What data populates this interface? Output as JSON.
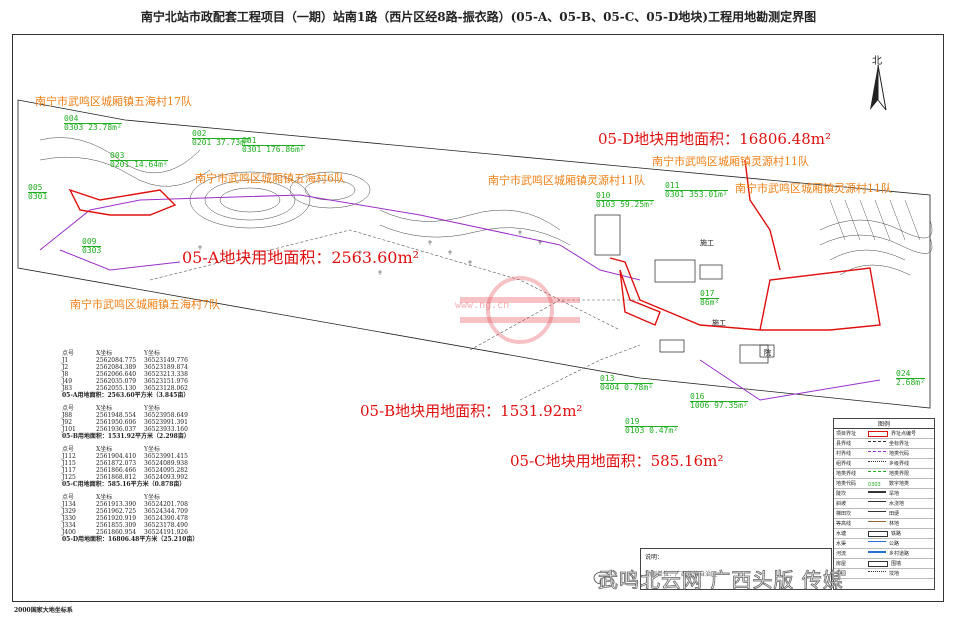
{
  "title": "南宁北站市政配套工程项目（一期）站南1路（西片区经8路-振衣路）(05-A、05-B、05-C、05-D地块)工程用地勘测定界图",
  "north_label": "北",
  "village_labels": {
    "wuhai17": "南宁市武鸣区城厢镇五海村17队",
    "wuhai7": "南宁市武鸣区城厢镇五海村7队",
    "wuhai6": "南宁市武鸣区城厢镇五海村6队",
    "lingyuan11_a": "南宁市武鸣区城厢镇灵源村11队",
    "lingyuan11_b": "南宁市武鸣区城厢镇灵源村11队",
    "lingyuan11_c": "南宁市武鸣区城厢镇灵源村11队"
  },
  "area_labels": {
    "a": "05-A地块用地面积：2563.60m²",
    "b": "05-B地块用地面积：1531.92m²",
    "c": "05-C地块用地面积：585.16m²",
    "d": "05-D地块用地面积：16806.48m²"
  },
  "parcels": [
    {
      "id": "004",
      "sub": "0303",
      "area": "23.78m²"
    },
    {
      "id": "002",
      "sub": "0201",
      "area": "37.73m²"
    },
    {
      "id": "001",
      "sub": "0301",
      "area": "176.86m²"
    },
    {
      "id": "003",
      "sub": "0201",
      "area": "14.64m²"
    },
    {
      "id": "005",
      "sub": "0301",
      "area": ""
    },
    {
      "id": "009",
      "sub": "0303",
      "area": ""
    },
    {
      "id": "010",
      "sub": "0103",
      "area": "59.25m²"
    },
    {
      "id": "011",
      "sub": "0301",
      "area": "353.01m²"
    },
    {
      "id": "017",
      "sub": "",
      "area": "86m²"
    },
    {
      "id": "013",
      "sub": "0404",
      "area": "0.78m²"
    },
    {
      "id": "016",
      "sub": "1006",
      "area": "97.35m²"
    },
    {
      "id": "019",
      "sub": "0103",
      "area": "0.47m²"
    },
    {
      "id": "024",
      "sub": "",
      "area": "2.68m²"
    }
  ],
  "tables": [
    {
      "header": [
        "点号",
        "X坐标",
        "Y坐标"
      ],
      "rows": [
        [
          "J1",
          "2562084.775",
          "36523149.776"
        ],
        [
          "J2",
          "2562084.389",
          "36523189.874"
        ],
        [
          "J8",
          "2562066.640",
          "36523213.338"
        ],
        [
          "J49",
          "2562035.079",
          "36523151.976"
        ],
        [
          "J83",
          "2562055.130",
          "36523128.062"
        ]
      ],
      "summary": "05-A用地面积：2563.60平方米（3.845亩）"
    },
    {
      "header": [
        "点号",
        "X坐标",
        "Y坐标"
      ],
      "rows": [
        [
          "J88",
          "2561948.554",
          "36523958.649"
        ],
        [
          "J92",
          "2561950.606",
          "36523991.391"
        ],
        [
          "J101",
          "2561936.037",
          "36523933.160"
        ]
      ],
      "summary": "05-B用地面积：1531.92平方米（2.298亩）"
    },
    {
      "header": [
        "点号",
        "X坐标",
        "Y坐标"
      ],
      "rows": [
        [
          "J112",
          "2561904.410",
          "36523991.415"
        ],
        [
          "J115",
          "2561872.073",
          "36524089.938"
        ],
        [
          "J117",
          "2561866.466",
          "36524095.282"
        ],
        [
          "J125",
          "2561868.812",
          "36524093.992"
        ]
      ],
      "summary": "05-C用地面积：585.16平方米（0.878亩）"
    },
    {
      "header": [
        "点号",
        "X坐标",
        "Y坐标"
      ],
      "rows": [
        [
          "J134",
          "2561913.390",
          "36524201.708"
        ],
        [
          "J329",
          "2561962.725",
          "36524344.709"
        ],
        [
          "J330",
          "2561920.919",
          "36524390.478"
        ],
        [
          "J334",
          "2561855.309",
          "36523178.490"
        ],
        [
          "J400",
          "2561860.954",
          "36524191.926"
        ]
      ],
      "summary": "05-D用地面积：16806.48平方米（25.210亩）"
    }
  ],
  "legend": {
    "title": "图例",
    "items": [
      [
        "项目界址",
        "界址点编号"
      ],
      [
        "县界线",
        "坐标界址"
      ],
      [
        "村界线",
        "地类代码"
      ],
      [
        "组界线",
        "乡级界线"
      ],
      [
        "地类界线",
        "地类界限"
      ],
      [
        "地类代码",
        "数字地类"
      ],
      [
        "陡坎",
        "旱地"
      ],
      [
        "斜坡",
        "水浇地"
      ],
      [
        "梯田坎",
        "田埂"
      ],
      [
        "等高线",
        "林地"
      ],
      [
        "水塘",
        "铁路"
      ],
      [
        "水渠",
        "公路"
      ],
      [
        "河流",
        "乡村道路"
      ],
      [
        "房屋",
        "围墙"
      ],
      [
        "果园",
        "坟地"
      ]
    ]
  },
  "bottom_box": {
    "line1": "说明：",
    "line2": "勘测单位：广西壮族自治区"
  },
  "facility_labels": {
    "a": "施工",
    "b": "施工",
    "c": "院"
  },
  "coord_system": "2000国家大地坐标系",
  "watermark": "武鸣北云网 广西头版 传媒",
  "center_watermark": "www.ng.cn",
  "colors": {
    "boundary_red": "#e01010",
    "village_orange": "#f07f16",
    "parcel_green": "#1faf1f",
    "road_purple": "#9b2fc9",
    "map_line": "#333333"
  }
}
